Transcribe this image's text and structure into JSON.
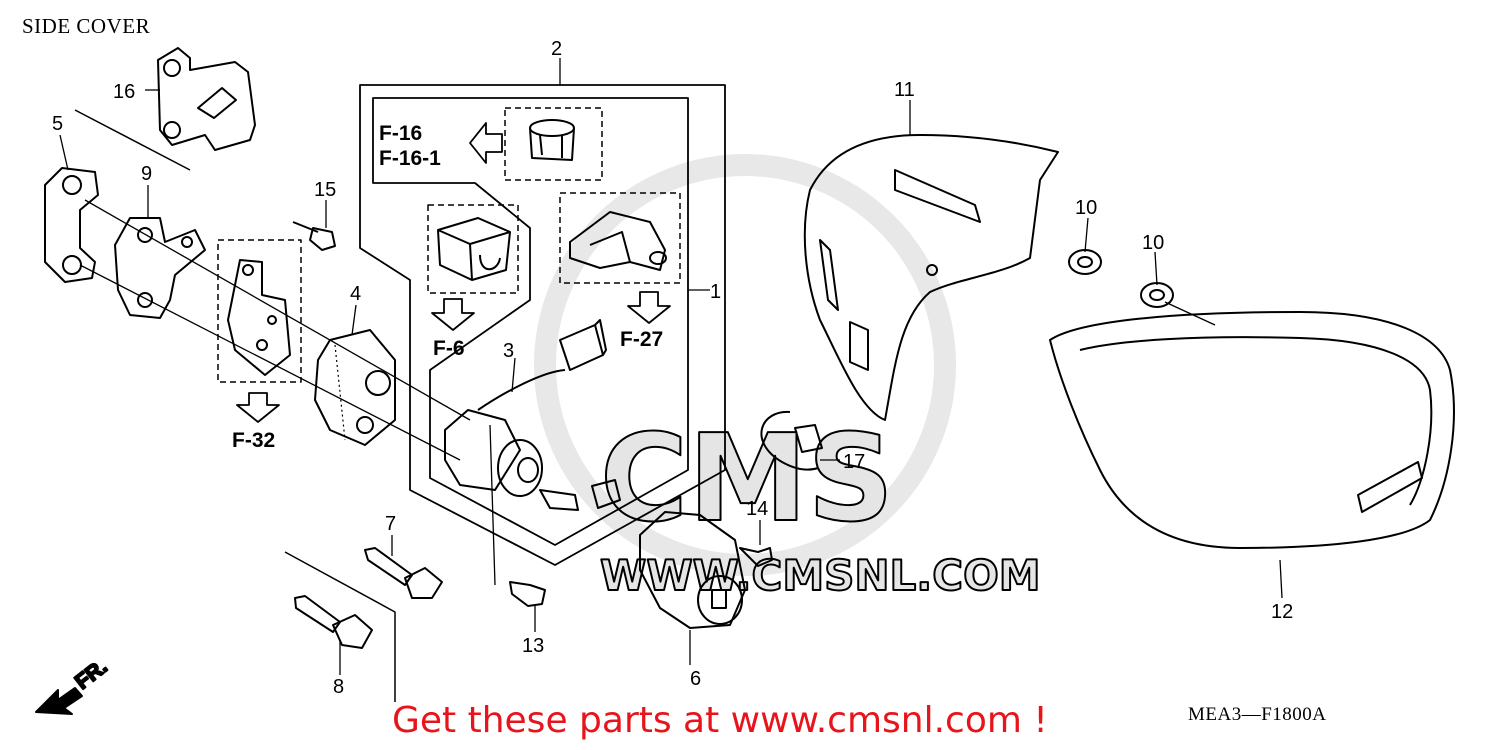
{
  "page": {
    "title": "SIDE COVER",
    "diagram_code": "MEA3—F1800A",
    "footer": "Get these parts at www.cmsnl.com !",
    "watermark": {
      "brand": "CMS",
      "site": "WWW.CMSNL.COM"
    },
    "fr_label": "FR."
  },
  "callouts": [
    {
      "id": "c1",
      "label": "1"
    },
    {
      "id": "c2",
      "label": "2"
    },
    {
      "id": "c3",
      "label": "3"
    },
    {
      "id": "c4",
      "label": "4"
    },
    {
      "id": "c5",
      "label": "5"
    },
    {
      "id": "c6",
      "label": "6"
    },
    {
      "id": "c7",
      "label": "7"
    },
    {
      "id": "c8",
      "label": "8"
    },
    {
      "id": "c9",
      "label": "9"
    },
    {
      "id": "c10a",
      "label": "10"
    },
    {
      "id": "c10b",
      "label": "10"
    },
    {
      "id": "c11",
      "label": "11"
    },
    {
      "id": "c12",
      "label": "12"
    },
    {
      "id": "c13",
      "label": "13"
    },
    {
      "id": "c14",
      "label": "14"
    },
    {
      "id": "c15",
      "label": "15"
    },
    {
      "id": "c16",
      "label": "16"
    },
    {
      "id": "c17",
      "label": "17"
    }
  ],
  "references": [
    {
      "id": "r-f16",
      "label": "F-16"
    },
    {
      "id": "r-f161",
      "label": "F-16-1"
    },
    {
      "id": "r-f6",
      "label": "F-6"
    },
    {
      "id": "r-f27",
      "label": "F-27"
    },
    {
      "id": "r-f32",
      "label": "F-32"
    }
  ],
  "colors": {
    "footer": "#e8141b",
    "line": "#000000",
    "watermark": "#e5e5e5"
  }
}
